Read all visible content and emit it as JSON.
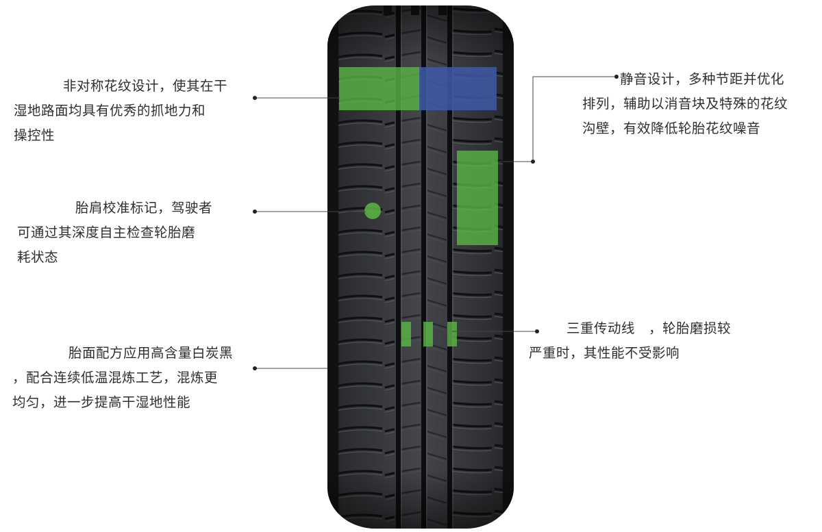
{
  "callouts": {
    "asymmetric_tread": {
      "lines": [
        "非对称花纹设计，使其在干",
        "湿地路面均具有优秀的抓地力和",
        "操控性"
      ]
    },
    "shoulder_indicator": {
      "lines": [
        "胎肩校准标记，驾驶者",
        "可通过其深度自主检查轮胎磨",
        "耗状态"
      ]
    },
    "compound": {
      "lines": [
        "胎面配方应用高含量白炭黑",
        "，配合连续低温混炼工艺，混炼更",
        "均匀，进一步提高干湿地性能"
      ]
    },
    "silent_design": {
      "lines": [
        "静音设计，多种节距并优化",
        "排列，辅助以消音块及特殊的花纹",
        "沟壁，有效降低轮胎花纹噪音"
      ]
    },
    "triple_drive_line": {
      "lines": [
        "三重传动线　，轮胎磨损较",
        "严重时，其性能不受影响"
      ]
    }
  },
  "colors": {
    "text": "#2e2e2e",
    "leader_line": "#444444",
    "tire_dark": "#1c1d1f",
    "tire_mid": "#3a3c40",
    "highlight_green": "#5cb845",
    "highlight_blue": "#3d5ba8"
  }
}
